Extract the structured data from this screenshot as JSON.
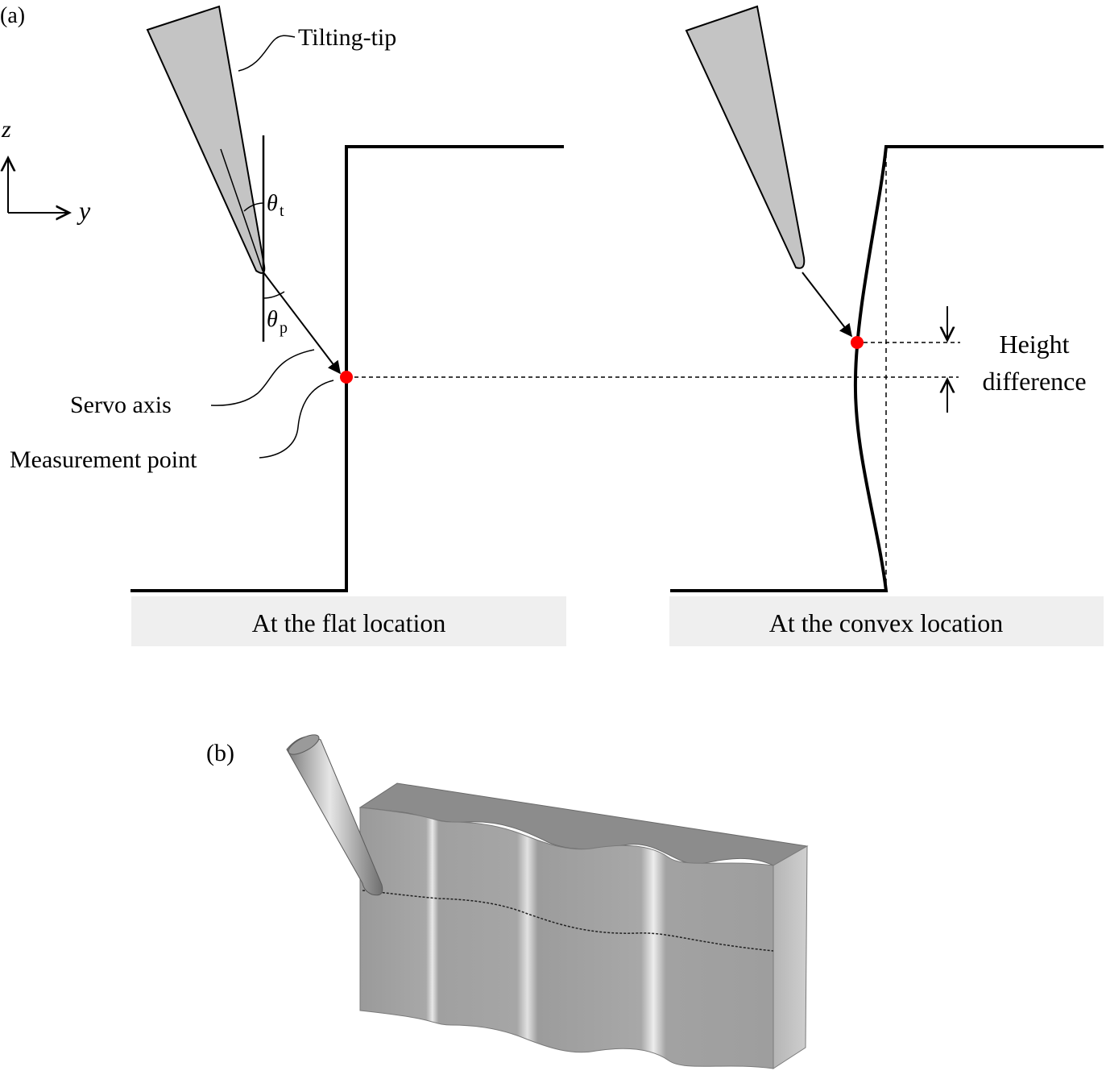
{
  "panel_a": {
    "label": "(a)",
    "axes": {
      "z": "z",
      "y": "y"
    },
    "tip_label": "Tilting-tip",
    "theta_t": {
      "sym": "θ",
      "sub": "t"
    },
    "theta_p": {
      "sym": "θ",
      "sub": "p"
    },
    "servo_axis_label": "Servo axis",
    "measurement_point_label": "Measurement point",
    "height_diff_line1": "Height",
    "height_diff_line2": "difference",
    "caption_flat": "At the flat location",
    "caption_convex": "At the convex location"
  },
  "panel_b": {
    "label": "(b)"
  },
  "colors": {
    "tip_fill": "#c4c4c4",
    "point": "#ff0000",
    "caption_bg": "#efefef",
    "block_top": "#8c8c8c",
    "block_front": "#a4a4a4",
    "block_side": "#b8b8b8"
  }
}
